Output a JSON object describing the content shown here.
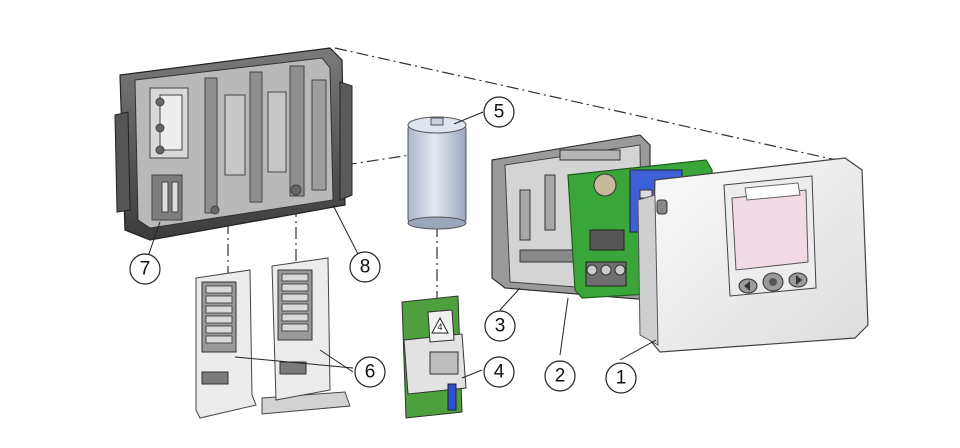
{
  "callouts": [
    {
      "id": "c1",
      "label": "1"
    },
    {
      "id": "c2",
      "label": "2"
    },
    {
      "id": "c3",
      "label": "3"
    },
    {
      "id": "c4",
      "label": "4"
    },
    {
      "id": "c5",
      "label": "5"
    },
    {
      "id": "c6",
      "label": "6"
    },
    {
      "id": "c7",
      "label": "7"
    },
    {
      "id": "c8",
      "label": "8"
    }
  ],
  "warning_symbol": "4",
  "colors": {
    "housing_dark": "#4a4a4a",
    "housing_mid": "#8c8c8c",
    "pcb_green": "#3aa63a",
    "battery_blue": "#c8d3e6",
    "cover_white": "#f4f4f4",
    "display_pink": "#f2d9e6",
    "ribbon_blue": "#2e4fd6"
  }
}
